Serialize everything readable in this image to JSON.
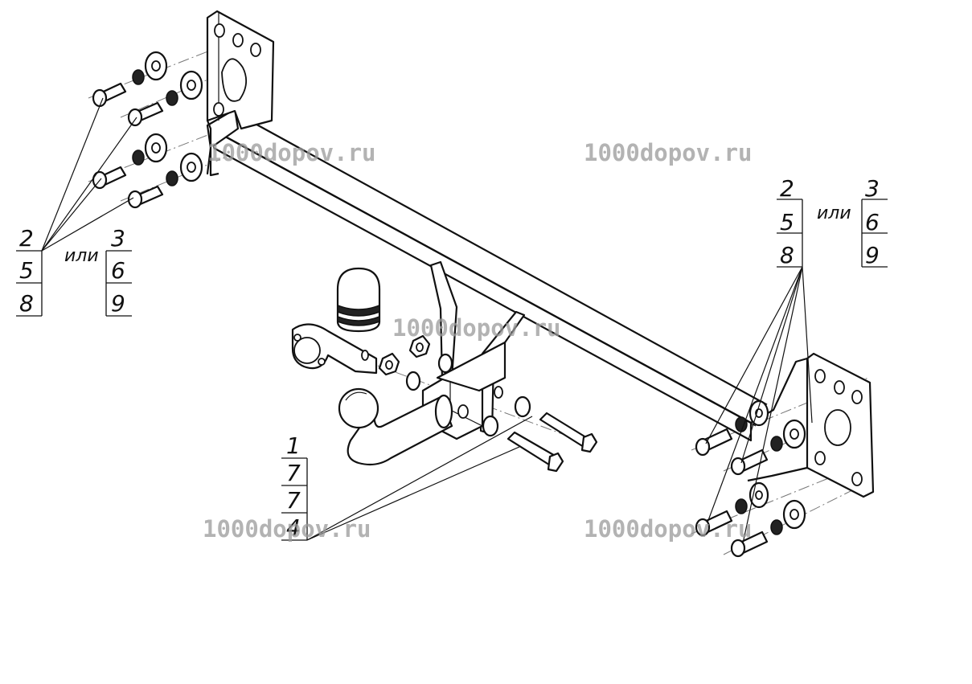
{
  "callouts": {
    "left_primary": [
      "2",
      "5",
      "8"
    ],
    "left_separator": "или",
    "left_alternate": [
      "3",
      "6",
      "9"
    ],
    "right_primary": [
      "2",
      "5",
      "8"
    ],
    "right_separator": "или",
    "right_alternate": [
      "3",
      "6",
      "9"
    ],
    "ball": [
      "1",
      "7",
      "7",
      "4"
    ]
  },
  "watermarks": [
    "1000dopov.ru",
    "1000dopov.ru",
    "1000dopov.ru",
    "1000dopov.ru",
    "1000dopov.ru"
  ]
}
